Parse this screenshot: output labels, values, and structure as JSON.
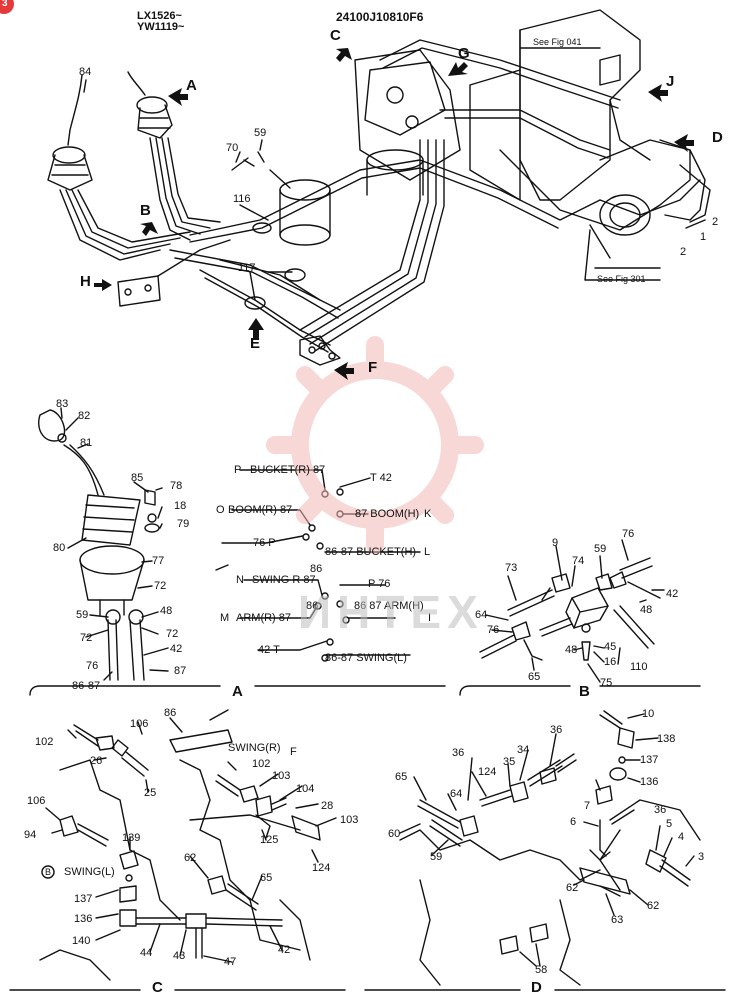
{
  "header": {
    "serial_line1": "LX1526~",
    "serial_line2": "YW1119~",
    "drawing_code": "24100J10810F6",
    "badge_text": "3"
  },
  "watermark": "ИНТЕХ",
  "references": {
    "fig041": "See Fig 041",
    "fig301": "See Fig 301"
  },
  "top_view": {
    "arrows": [
      "A",
      "B",
      "C",
      "D",
      "E",
      "F",
      "G",
      "H",
      "J"
    ],
    "parts": [
      "84",
      "70",
      "59",
      "116",
      "117",
      "1",
      "2",
      "2"
    ]
  },
  "section_titles": [
    "A",
    "B",
    "C",
    "D"
  ],
  "lever_parts": [
    "83",
    "82",
    "81",
    "85",
    "78",
    "18",
    "79",
    "80",
    "77",
    "72",
    "59",
    "48",
    "72",
    "72",
    "42",
    "76",
    "87",
    "86-87"
  ],
  "hose_chart": {
    "left_labels": [
      "BUCKET(R) 87",
      "BOOM(R) 87",
      "76 P",
      "SWING R 87",
      "ARM(R) 87",
      "42 T"
    ],
    "left_markers": [
      "P",
      "O",
      "",
      "N",
      "M",
      ""
    ],
    "right_labels": [
      "T 42",
      "87 BOOM(H)",
      "86-87 BUCKET(H)",
      "P 76",
      "86 87 ARM(H)",
      "86-87 SWING(L)"
    ],
    "right_markers": [
      "",
      "K",
      "L",
      "",
      "I",
      ""
    ],
    "mid_numbers": [
      "86",
      "86"
    ]
  },
  "detail_b_parts": [
    "9",
    "76",
    "73",
    "74",
    "59",
    "42",
    "48",
    "64",
    "76",
    "48",
    "45",
    "16",
    "65",
    "110",
    "75"
  ],
  "detail_c_parts": [
    "86",
    "106",
    "102",
    "26",
    "25",
    "SWING(R)",
    "F",
    "102",
    "103",
    "104",
    "28",
    "103",
    "106",
    "94",
    "139",
    "125",
    "124",
    "SWING(L)",
    "62",
    "65",
    "137",
    "136",
    "140",
    "44",
    "43",
    "47",
    "42",
    "B"
  ],
  "detail_d_parts": [
    "10",
    "138",
    "137",
    "136",
    "36",
    "34",
    "36",
    "65",
    "124",
    "35",
    "64",
    "7",
    "6",
    "36",
    "60",
    "59",
    "5",
    "4",
    "3",
    "62",
    "62",
    "63",
    "58"
  ]
}
